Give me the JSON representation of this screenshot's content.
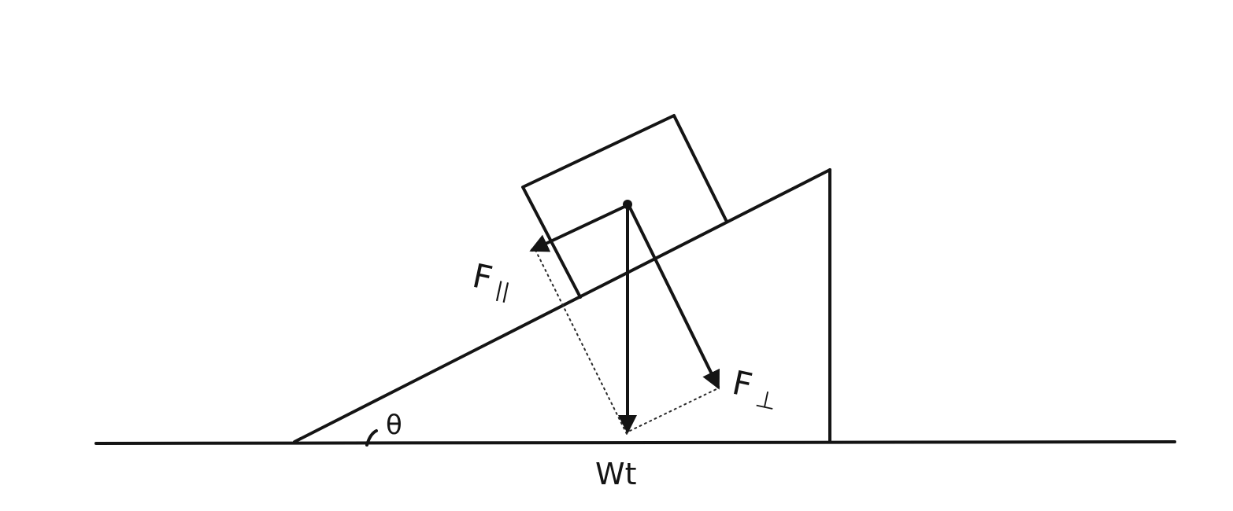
{
  "labels": {
    "force_parallel": "F",
    "force_parallel_sub": "||",
    "force_perpendicular": "F",
    "force_perpendicular_sub": "⊥",
    "weight": "Wt",
    "angle": "θ"
  },
  "colors": {
    "ink": "#141414",
    "background": "#ffffff"
  }
}
